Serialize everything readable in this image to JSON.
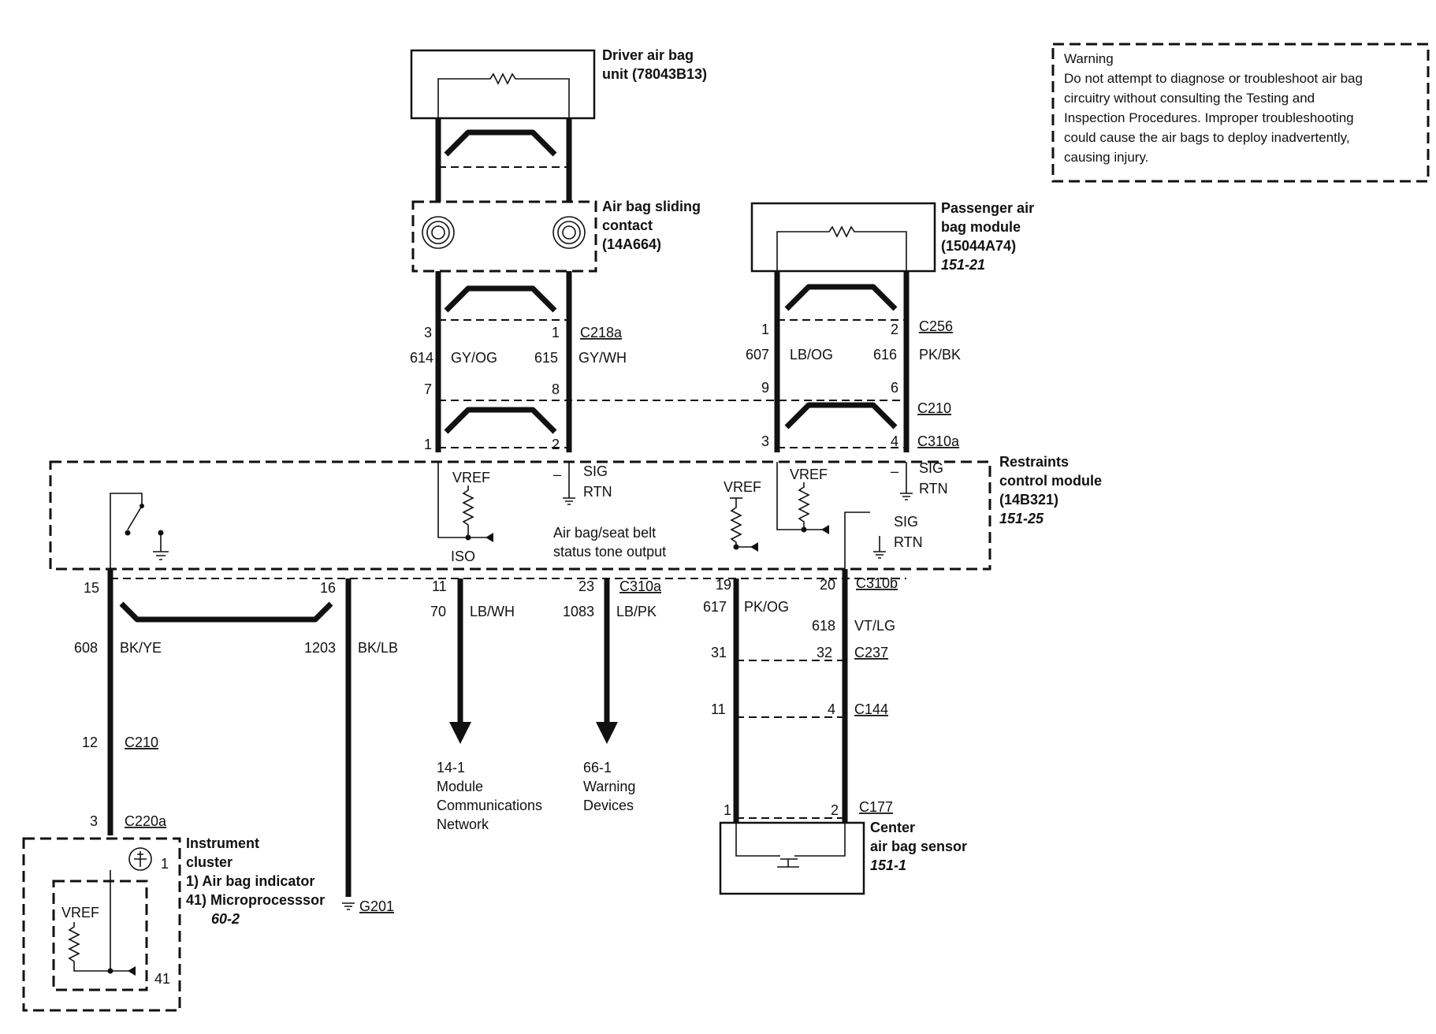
{
  "warning": {
    "title": "Warning",
    "lines": [
      "Do not attempt to diagnose or troubleshoot air bag",
      "circuitry without consulting the Testing and",
      "Inspection Procedures.  Improper troubleshooting",
      "could cause the air bags  to deploy inadvertently,",
      "causing injury."
    ]
  },
  "components": {
    "driver_unit": {
      "line1": "Driver air bag",
      "line2": "unit (78043B13)"
    },
    "sliding_contact": {
      "line1": "Air bag sliding",
      "line2": "contact",
      "line3": "(14A664)"
    },
    "passenger_module": {
      "line1": "Passenger air",
      "line2": "bag module",
      "line3": "(15044A74)",
      "ref": "151-21"
    },
    "rcm": {
      "line1": "Restraints",
      "line2": "control module",
      "line3": "(14B321)",
      "ref": "151-25"
    },
    "center_sensor": {
      "line1": "Center",
      "line2": "air bag sensor",
      "ref": "151-1"
    },
    "cluster": {
      "line1": "Instrument",
      "line2": "cluster",
      "line3": "1) Air bag indicator",
      "line4": "41) Microprocesssor",
      "ref": "60-2"
    }
  },
  "connectors": {
    "c218a": "C218a",
    "c256": "C256",
    "c210_top": "C210",
    "c310a_top": "C310a",
    "c310a_bottom": "C310a",
    "c310b": "C310b",
    "c237": "C237",
    "c144": "C144",
    "c177": "C177",
    "c210_left": "C210",
    "c220a": "C220a",
    "g201": "G201"
  },
  "circuits": {
    "c614": {
      "num": "614",
      "color": "GY/OG"
    },
    "c615": {
      "num": "615",
      "color": "GY/WH"
    },
    "c607": {
      "num": "607",
      "color": "LB/OG"
    },
    "c616": {
      "num": "616",
      "color": "PK/BK"
    },
    "c608": {
      "num": "608",
      "color": "BK/YE"
    },
    "c1203": {
      "num": "1203",
      "color": "BK/LB"
    },
    "c70": {
      "num": "70",
      "color": "LB/WH"
    },
    "c1083": {
      "num": "1083",
      "color": "LB/PK"
    },
    "c617": {
      "num": "617",
      "color": "PK/OG"
    },
    "c618": {
      "num": "618",
      "color": "VT/LG"
    }
  },
  "pins": {
    "p3": "3",
    "p1a": "1",
    "p7": "7",
    "p8": "8",
    "p1b": "1",
    "p2b": "2",
    "p1c": "1",
    "p2c": "2",
    "p9": "9",
    "p6": "6",
    "p3c": "3",
    "p4c": "4",
    "p15": "15",
    "p16": "16",
    "p11": "11",
    "p23": "23",
    "p19": "19",
    "p20": "20",
    "p31": "31",
    "p32": "32",
    "p11b": "11",
    "p4b": "4",
    "p1d": "1",
    "p2d": "2",
    "p12": "12",
    "p3d": "3",
    "p1e": "1",
    "p41": "41"
  },
  "internal": {
    "vref1": "VREF",
    "vref2": "VREF",
    "vref3": "VREF",
    "vref4": "VREF",
    "sig1": "SIG",
    "rtn1": "RTN",
    "sig2": "SIG",
    "rtn2": "RTN",
    "sig3": "SIG",
    "rtn3": "RTN",
    "minus1": "–",
    "minus2": "–",
    "iso": "ISO",
    "tone1": "Air bag/seat belt",
    "tone2": "status tone output"
  },
  "destinations": {
    "mcn": {
      "ref": "14-1",
      "line1": "Module",
      "line2": "Communications",
      "line3": "Network"
    },
    "warn_dev": {
      "ref": "66-1",
      "line1": "Warning",
      "line2": "Devices"
    }
  }
}
